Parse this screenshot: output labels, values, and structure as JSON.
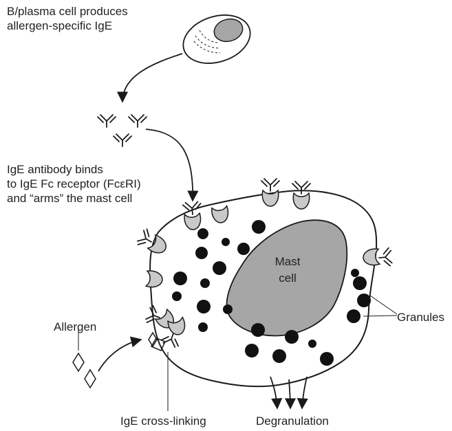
{
  "labels": {
    "b_cell": [
      "B/plasma cell produces",
      "allergen-specific IgE"
    ],
    "binding": [
      "IgE antibody binds",
      "to IgE Fc receptor (FcεRI)",
      "and “arms” the mast cell"
    ],
    "allergen": "Allergen",
    "granules": "Granules",
    "mast_cell": [
      "Mast",
      "cell"
    ],
    "cross_linking": "IgE cross-linking",
    "degranulation": "Degranulation"
  },
  "colors": {
    "stroke": "#1a1a1a",
    "nucleus_fill": "#a6a6a6",
    "receptor_fill": "#c9c9c9",
    "granule_fill": "#111111"
  }
}
